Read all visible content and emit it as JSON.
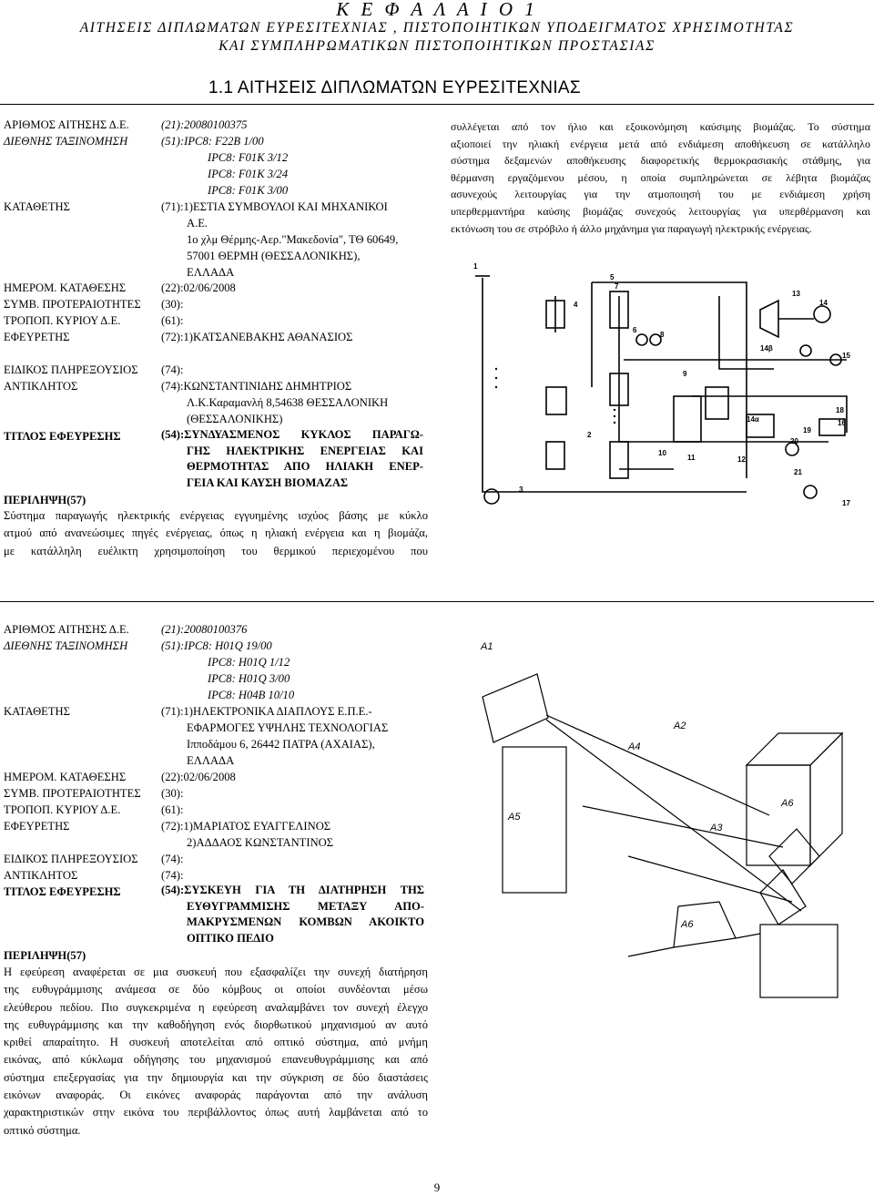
{
  "header": {
    "chapter": "Κ Ε Φ Α Λ Α Ι Ο 1",
    "subtitle_1": "ΑΙΤΗΣΕΙΣ ΔΙΠΛΩΜΑΤΩΝ ΕΥΡΕΣΙΤΕΧΝΙΑΣ , ΠΙΣΤΟΠΟΙΗΤΙΚΩΝ ΥΠΟΔΕΙΓΜΑΤΟΣ ΧΡΗΣΙΜΟΤΗΤΑΣ",
    "subtitle_2": "ΚΑΙ ΣΥΜΠΛΗΡΩΜΑΤΙΚΩΝ ΠΙΣΤΟΠΟΙΗΤΙΚΩΝ ΠΡΟΣΤΑΣΙΑΣ",
    "section": "1.1   ΑΙΤΗΣΕΙΣ ΔΙΠΛΩΜΑΤΩΝ ΕΥΡΕΣΙΤΕΧΝΙΑΣ"
  },
  "record1": {
    "labels": {
      "app_no": "ΑΡΙΘΜΟΣ ΑΙΤΗΣΗΣ Δ.Ε.",
      "intl_class": "ΔΙΕΘΝΗΣ ΤΑΞΙΝΟΜΗΣΗ",
      "applicant": "ΚΑΤΑΘΕΤΗΣ",
      "filing_date": "ΗΜΕΡΟΜ. ΚΑΤΑΘΕΣΗΣ",
      "priority": "ΣΥΜΒ. ΠΡΟΤΕΡΑΙΟΤΗΤΕΣ",
      "mod": "ΤΡΟΠΟΠ. ΚΥΡΙΟΥ Δ.Ε.",
      "inventor": "ΕΦΕΥΡΕΤΗΣ",
      "agent": "ΕΙΔΙΚΟΣ ΠΛΗΡΕΞΟΥΣΙΟΣ",
      "contact": "ΑΝΤΙΚΛΗΤΟΣ",
      "title": "ΤΙΤΛΟΣ ΕΦΕΥΡΕΣΗΣ",
      "abstract": "ΠΕΡΙΛΗΨΗ(57)"
    },
    "values": {
      "app_no": "(21):20080100375",
      "ipc": [
        "(51):IPC8: F22B  1/00",
        "IPC8: F01K  3/12",
        "IPC8: F01K  3/24",
        "IPC8: F01K  3/00"
      ],
      "applicant": [
        "(71):1)ΕΣΤΙΑ ΣΥΜΒΟΥΛΟΙ ΚΑΙ ΜΗΧΑΝΙΚΟΙ",
        "Α.Ε.",
        "1ο χλμ Θέρμης-Αερ.\"Μακεδονία\", ΤΘ 60649,",
        "57001 ΘΕΡΜΗ (ΘΕΣΣΑΛΟΝΙΚΗΣ),",
        "ΕΛΛΑΔΑ"
      ],
      "filing_date": "(22):02/06/2008",
      "priority": "(30):",
      "mod": "(61):",
      "inventor": "(72):1)ΚΑΤΣΑΝΕΒΑΚΗΣ ΑΘΑΝΑΣΙΟΣ",
      "agent": "(74):",
      "contact": [
        "(74):ΚΩΝΣΤΑΝΤΙΝΙΔΗΣ ΔΗΜΗΤΡΙΟΣ",
        "Λ.Κ.Καραμανλή 8,54638 ΘΕΣΣΑΛΟΝΙΚΗ",
        "(ΘΕΣΣΑΛΟΝΙΚΗΣ)"
      ],
      "title": [
        "(54):ΣΥΝΔΥΑΣΜΕΝΟΣ ΚΥΚΛΟΣ ΠΑΡΑΓΩ-",
        "ΓΗΣ ΗΛΕΚΤΡΙΚΗΣ ΕΝΕΡΓΕΙΑΣ ΚΑΙ",
        "ΘΕΡΜΟΤΗΤΑΣ ΑΠΟ ΗΛΙΑΚΗ ΕΝΕΡ-",
        "ΓΕΙΑ ΚΑΙ ΚΑΥΣΗ ΒΙΟΜΑΖΑΣ"
      ],
      "abstract_left": [
        "Σύστημα παραγωγής ηλεκτρικής ενέργειας εγγυημένης ισχύος βάσης με κύκλο",
        "ατμού από ανανεώσιμες πηγές ενέργειας, όπως η ηλιακή ενέργεια και η βιομάζα,",
        "με κατάλληλη ευέλικτη χρησιμοποίηση του θερμικού περιεχομένου που"
      ],
      "abstract_right": [
        "συλλέγεται από τον ήλιο και εξοικονόμηση καύσιμης βιομάζας. Το σύστημα",
        "αξιοποιεί την ηλιακή ενέργεια μετά από ενδιάμεση αποθήκευση σε κατάλληλο",
        "σύστημα δεξαμενών αποθήκευσης διαφορετικής θερμοκρασιακής στάθμης, για",
        "θέρμανση εργαζόμενου μέσου, η οποία συμπληρώνεται σε λέβητα βιομάζας",
        "ασυνεχούς λειτουργίας για την ατμοποιησή του με ενδιάμεση χρήση",
        "υπερθερμαντήρα καύσης βιομάζας συνεχούς λειτουργίας για υπερθέρμανση και",
        "εκτόνωση του σε στρόβιλο ή άλλο μηχάνημα για παραγωγή ηλεκτρικής ενέργειας."
      ]
    }
  },
  "figure1_labels": [
    "1",
    "2",
    "3",
    "4",
    "5",
    "6",
    "7",
    "8",
    "9",
    "10",
    "11",
    "12",
    "13",
    "14",
    "14α",
    "14β",
    "15",
    "16",
    "17",
    "18",
    "19",
    "20",
    "21"
  ],
  "record2": {
    "labels": {
      "app_no": "ΑΡΙΘΜΟΣ ΑΙΤΗΣΗΣ Δ.Ε.",
      "intl_class": "ΔΙΕΘΝΗΣ ΤΑΞΙΝΟΜΗΣΗ",
      "applicant": "ΚΑΤΑΘΕΤΗΣ",
      "filing_date": "ΗΜΕΡΟΜ. ΚΑΤΑΘΕΣΗΣ",
      "priority": "ΣΥΜΒ. ΠΡΟΤΕΡΑΙΟΤΗΤΕΣ",
      "mod": "ΤΡΟΠΟΠ. ΚΥΡΙΟΥ Δ.Ε.",
      "inventor": "ΕΦΕΥΡΕΤΗΣ",
      "agent": "ΕΙΔΙΚΟΣ ΠΛΗΡΕΞΟΥΣΙΟΣ",
      "contact": "ΑΝΤΙΚΛΗΤΟΣ",
      "title": "ΤΙΤΛΟΣ ΕΦΕΥΡΕΣΗΣ",
      "abstract": "ΠΕΡΙΛΗΨΗ(57)"
    },
    "values": {
      "app_no": "(21):20080100376",
      "ipc": [
        "(51):IPC8: H01Q  19/00",
        "IPC8: H01Q  1/12",
        "IPC8: H01Q  3/00",
        "IPC8: H04B  10/10"
      ],
      "applicant": [
        "(71):1)ΗΛΕΚΤΡΟΝΙΚΑ ΔΙΑΠΛΟΥΣ Ε.Π.Ε.-",
        "ΕΦΑΡΜΟΓΕΣ ΥΨΗΛΗΣ ΤΕΧΝΟΛΟΓΙΑΣ",
        "Ιπποδάμου 6, 26442 ΠΑΤΡΑ (ΑΧΑΙΑΣ),",
        "ΕΛΛΑΔΑ"
      ],
      "filing_date": "(22):02/06/2008",
      "priority": "(30):",
      "mod": "(61):",
      "inventor": [
        "(72):1)ΜΑΡΙΑΤΟΣ ΕΥΑΓΓΕΛΙΝΟΣ",
        "2)ΑΔΔΑΟΣ ΚΩΝΣΤΑΝΤΙΝΟΣ"
      ],
      "agent": "(74):",
      "contact": "(74):",
      "title": [
        "(54):ΣΥΣΚΕΥΗ ΓΙΑ ΤΗ ΔΙΑΤΗΡΗΣΗ ΤΗΣ",
        "ΕΥΘΥΓΡΑΜΜΙΣΗΣ ΜΕΤΑΞΥ ΑΠΟ-",
        "ΜΑΚΡΥΣΜΕΝΩΝ ΚΟΜΒΩΝ ΑΚΟΙΚΤΟ",
        "ΟΠΤΙΚΟ ΠΕΔΙΟ"
      ],
      "abstract": [
        "Η εφεύρεση αναφέρεται σε μια συσκευή που εξασφαλίζει την συνεχή διατήρηση",
        "της ευθυγράμμισης ανάμεσα σε δύο κόμβους οι οποίοι συνδέονται μέσω",
        "ελεύθερου πεδίου. Πιο συγκεκριμένα η εφεύρεση αναλαμβάνει τον συνεχή έλεγχο",
        "της ευθυγράμμισης και την καθοδήγηση ενός διορθωτικού μηχανισμού αν αυτό",
        "κριθεί απαραίτητο. Η συσκευή αποτελείται από οπτικό σύστημα, από μνήμη",
        "εικόνας, από κύκλωμα οδήγησης του μηχανισμού επανευθυγράμμισης και από",
        "σύστημα επεξεργασίας για την δημιουργία και την σύγκριση σε δύο διαστάσεις",
        "εικόνων αναφοράς. Οι εικόνες αναφοράς παράγονται από την ανάλυση",
        "χαρακτηριστικών στην εικόνα του περιβάλλοντος όπως αυτή λαμβάνεται από το",
        "οπτικό σύστημα."
      ]
    }
  },
  "figure2_labels": [
    "A1",
    "A2",
    "A3",
    "A4",
    "A5",
    "A6",
    "A6"
  ],
  "page_number": "9"
}
